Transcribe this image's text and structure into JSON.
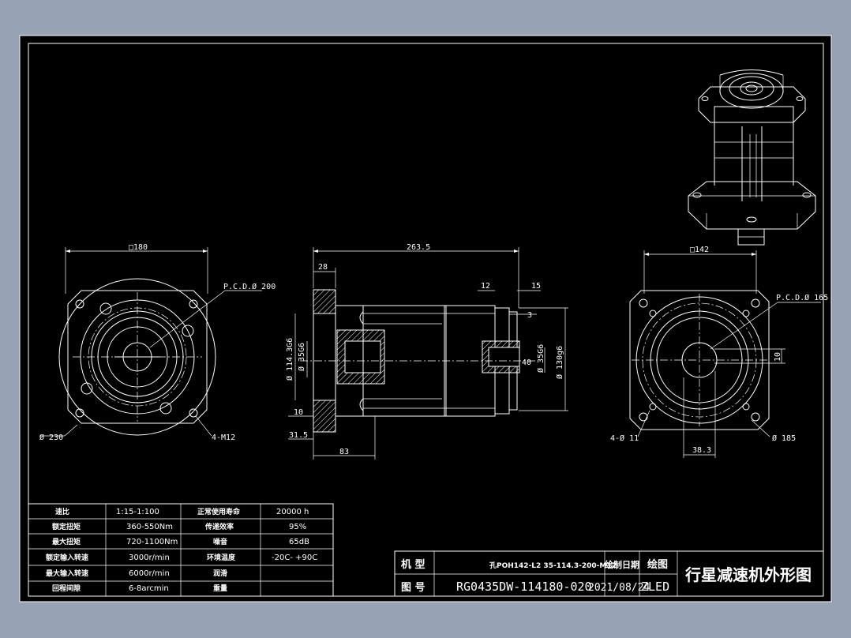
{
  "front_view": {
    "flange_square": "□180",
    "pcd": "P.C.D.Ø 200",
    "outer_dia": "Ø 230",
    "holes": "4-M12"
  },
  "side_view": {
    "overall_length": "263.5",
    "flange_thk": "28",
    "d_12": "12",
    "d_15": "15",
    "d_3": "3",
    "d_40": "40",
    "pilot_in": "Ø 114.3G6",
    "bore_in": "Ø 35G6",
    "bore_out": "Ø 35G6",
    "pilot_out": "Ø 130g6",
    "d_10": "10",
    "d_315": "31.5",
    "d_83": "83"
  },
  "rear_view": {
    "flange_square": "□142",
    "pcd": "P.C.D.Ø 165",
    "holes": "4-Ø 11",
    "outer_dia": "Ø 185",
    "key_width": "10",
    "key_height": "38.3"
  },
  "spec_table": [
    [
      "速比",
      "1:15-1:100",
      "正常使用寿命",
      "20000  h"
    ],
    [
      "额定扭矩",
      "360-550Nm",
      "传递效率",
      "95%"
    ],
    [
      "最大扭矩",
      "720-1100Nm",
      "噪音",
      "65dB"
    ],
    [
      "额定输入转速",
      "3000r/min",
      "环境温度",
      "-20C- +90C"
    ],
    [
      "最大输入转速",
      "6000r/min",
      "润滑",
      ""
    ],
    [
      "回程间隙",
      "6-8arcmin",
      "重量",
      ""
    ]
  ],
  "title_block": {
    "model_label": "机 型",
    "model_value": "孔POH142-L2 35-114.3-200-M12",
    "drawnumber_label": "图 号",
    "drawnumber_value": "RG0435DW-114180-020",
    "date_label": "绘制日期",
    "date_value": "2021/08/24",
    "drawer_label": "绘图",
    "drawer_value": "ZLED",
    "title": "行星减速机外形图"
  }
}
